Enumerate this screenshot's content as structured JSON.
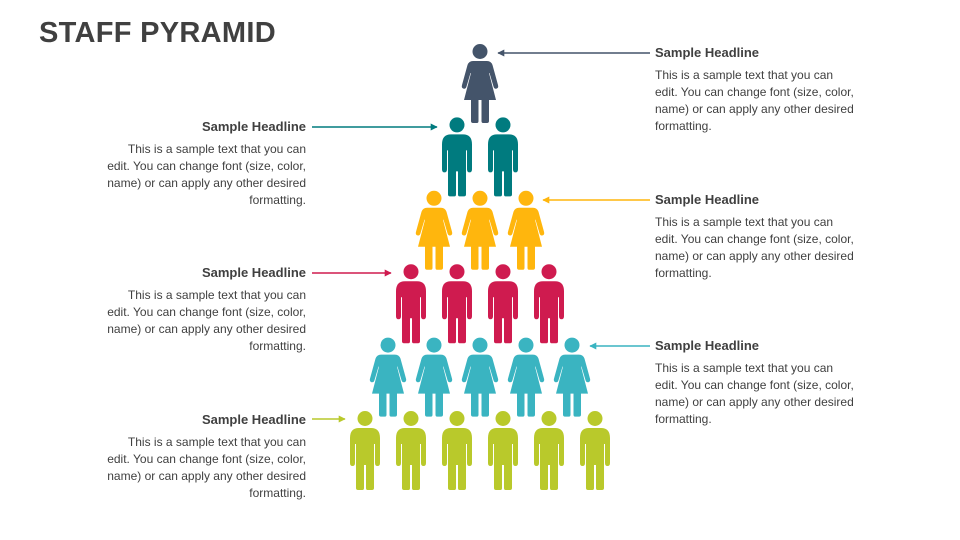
{
  "title": "STAFF PYRAMID",
  "rows": [
    {
      "count": 1,
      "figure": "female",
      "color": "#44546A"
    },
    {
      "count": 2,
      "figure": "male",
      "color": "#007B7F"
    },
    {
      "count": 3,
      "figure": "female",
      "color": "#FFB60D"
    },
    {
      "count": 4,
      "figure": "male",
      "color": "#CF1B4F"
    },
    {
      "count": 5,
      "figure": "female",
      "color": "#3AB4C1"
    },
    {
      "count": 6,
      "figure": "male",
      "color": "#B9C92B"
    }
  ],
  "callouts": [
    {
      "side": "right",
      "row": 0,
      "headline": "Sample Headline",
      "text": "This is a sample text that you can edit. You can change font (size, color, name) or can apply any other desired formatting."
    },
    {
      "side": "left",
      "row": 1,
      "headline": "Sample Headline",
      "text": "This is a sample text that you can edit. You can change font (size, color, name) or can apply any other desired formatting."
    },
    {
      "side": "right",
      "row": 2,
      "headline": "Sample Headline",
      "text": "This is a sample text that you can edit. You can change font (size, color, name) or can apply any other desired formatting."
    },
    {
      "side": "left",
      "row": 3,
      "headline": "Sample Headline",
      "text": "This is a sample text that you can edit. You can change font (size, color, name) or can apply any other desired formatting."
    },
    {
      "side": "right",
      "row": 4,
      "headline": "Sample Headline",
      "text": "This is a sample text that you can edit. You can change font (size, color, name) or can apply any other desired formatting."
    },
    {
      "side": "left",
      "row": 5,
      "headline": "Sample Headline",
      "text": "This is a sample text that you can edit. You can change font (size, color, name) or can apply any other desired formatting."
    }
  ]
}
